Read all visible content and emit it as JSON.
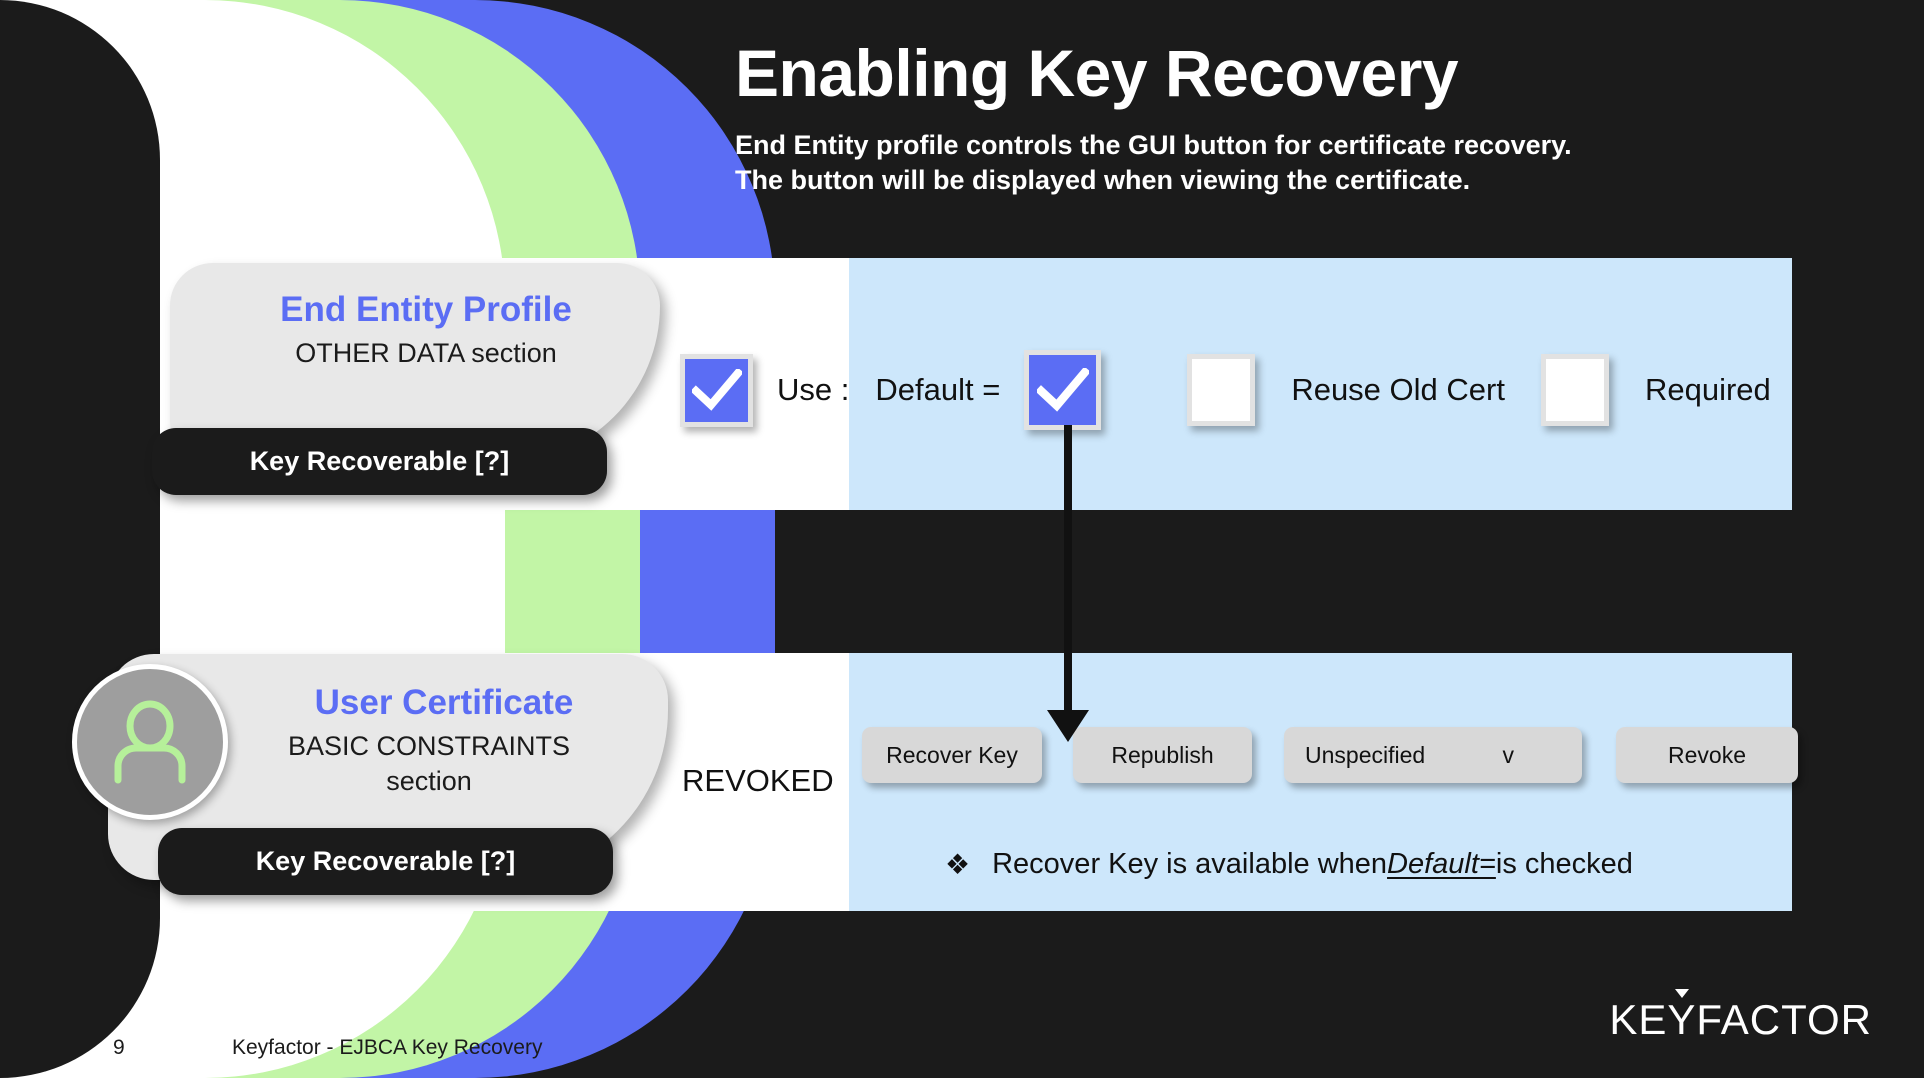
{
  "slide": {
    "title": "Enabling Key Recovery",
    "subtitle_line1": "End Entity profile controls the GUI button for certificate recovery.",
    "subtitle_line2": "The button will be displayed when viewing the certificate."
  },
  "colors": {
    "background": "#1b1b1b",
    "accent_blue": "#5b6df4",
    "accent_green": "#c2f5a6",
    "panel_blue": "#cde7fb",
    "panel_white": "#ffffff",
    "callout_gray": "#e8e8e8",
    "button_gray": "#d8d8d8"
  },
  "section_upper": {
    "callout": {
      "title": "End Entity Profile",
      "subtitle": "OTHER DATA section",
      "pill_label": "Key Recoverable [?]"
    },
    "controls": [
      {
        "type": "checkbox",
        "name": "use",
        "checked": true
      },
      {
        "type": "label",
        "text": "Use :"
      },
      {
        "type": "label",
        "text": "Default ="
      },
      {
        "type": "checkbox",
        "name": "default",
        "checked": true
      },
      {
        "type": "checkbox",
        "name": "reuse-old-cert",
        "checked": false
      },
      {
        "type": "label",
        "text": "Reuse Old Cert"
      },
      {
        "type": "checkbox",
        "name": "required",
        "checked": false
      },
      {
        "type": "label",
        "text": "Required"
      }
    ],
    "label_use": "Use :",
    "label_default": "Default =",
    "label_reuse": "Reuse Old Cert",
    "label_required": "Required"
  },
  "section_lower": {
    "callout": {
      "title": "User Certificate",
      "subtitle_line1": "BASIC CONSTRAINTS",
      "subtitle_line2": "section",
      "pill_label": "Key Recoverable [?]"
    },
    "status": "REVOKED",
    "buttons": [
      {
        "label": "Recover Key"
      },
      {
        "label": "Republish"
      },
      {
        "label": "Revoke"
      }
    ],
    "button_recover": "Recover Key",
    "button_republish": "Republish",
    "button_revoke": "Revoke",
    "select": {
      "value": "Unspecified",
      "caret": "v"
    },
    "note": {
      "bullet": "❖",
      "prefix": "Recover Key is available when ",
      "emphasis": "Default=",
      "suffix": " is checked"
    }
  },
  "footer": {
    "page_number": "9",
    "text": "Keyfactor - EJBCA Key Recovery",
    "logo_part1": "KE",
    "logo_caron": "Y",
    "logo_part2": "FACTOR"
  }
}
